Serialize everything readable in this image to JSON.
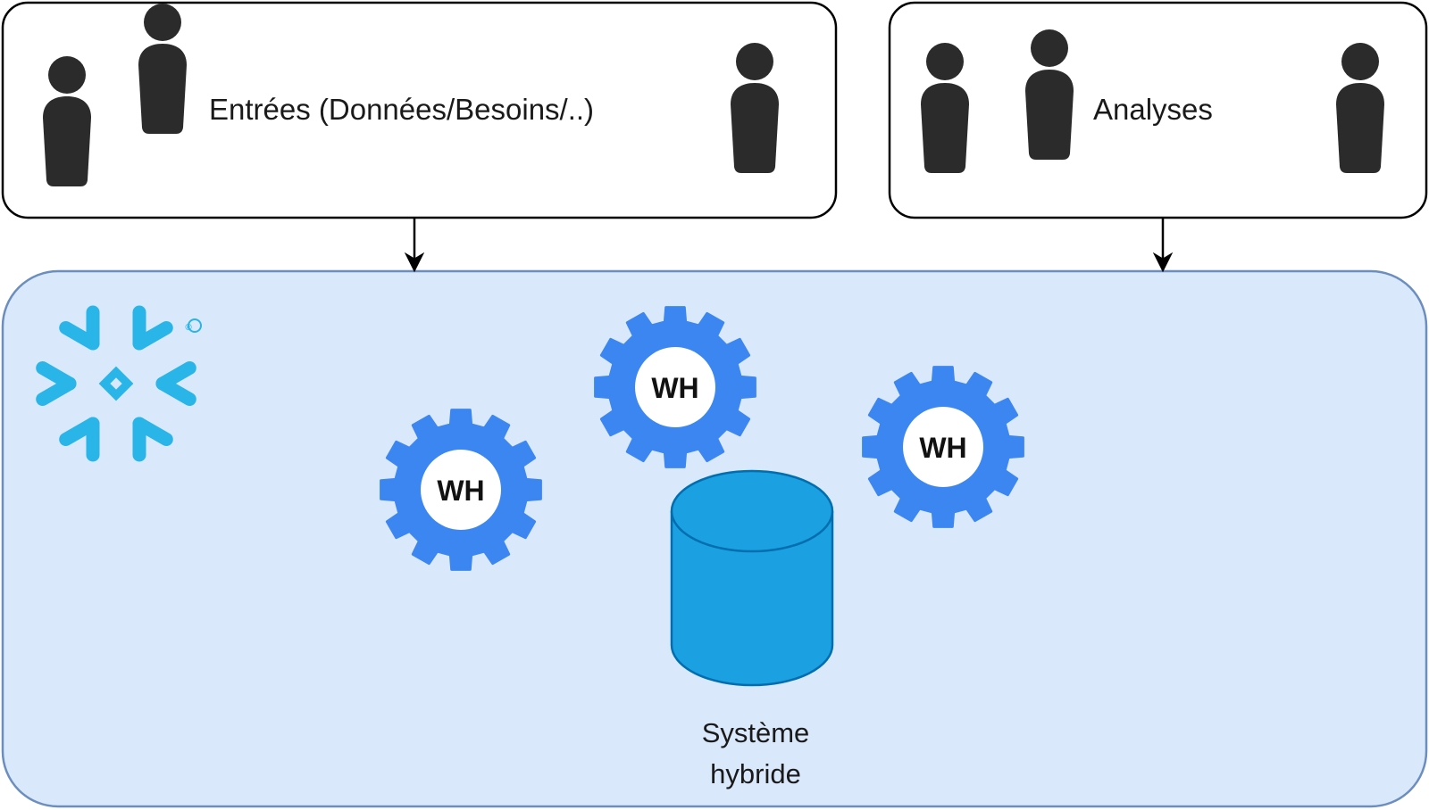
{
  "input_box": {
    "label": "Entrées (Données/Besoins/..)"
  },
  "analysis_box": {
    "label": "Analyses"
  },
  "warehouses": [
    {
      "label": "WH"
    },
    {
      "label": "WH"
    },
    {
      "label": "WH"
    }
  ],
  "database": {
    "label_line1": "Système",
    "label_line2": "hybride"
  },
  "logo": {
    "name": "snowflake-logo-icon",
    "mark": "®"
  },
  "colors": {
    "platform_fill": "#dae8fc",
    "platform_stroke": "#6c8ebf",
    "gear": "#3b86f0",
    "cylinder_fill": "#1ba1e2",
    "cylinder_stroke": "#006eaf",
    "person": "#2b2b2b",
    "snowflake": "#29b5e8"
  }
}
